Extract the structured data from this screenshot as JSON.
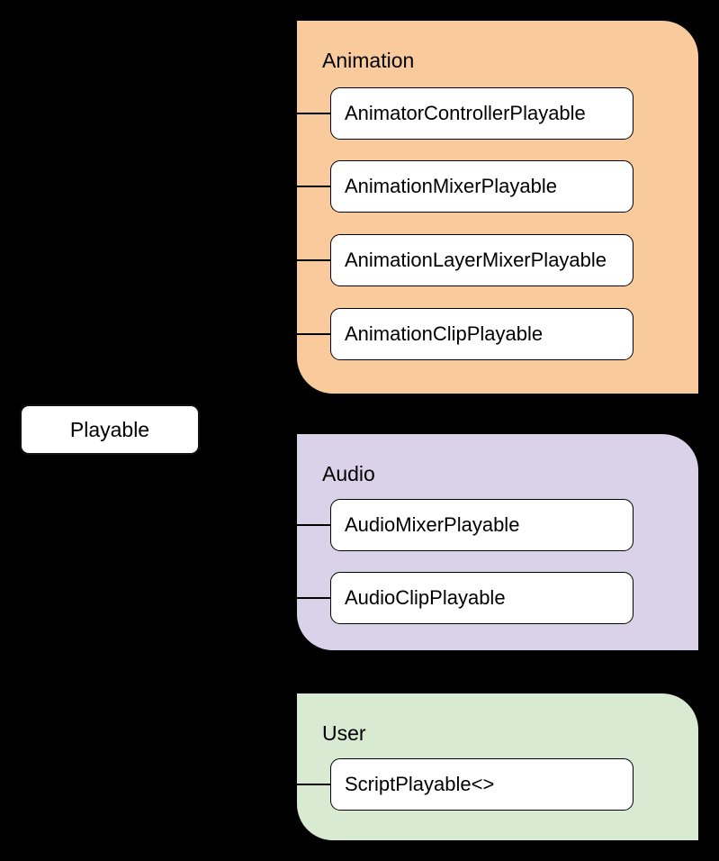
{
  "diagram": {
    "root": {
      "label": "Playable"
    },
    "groups": [
      {
        "label": "Animation",
        "color": "#F9CB9C",
        "items": [
          "AnimatorControllerPlayable",
          "AnimationMixerPlayable",
          "AnimationLayerMixerPlayable",
          "AnimationClipPlayable"
        ]
      },
      {
        "label": "Audio",
        "color": "#D9D2E9",
        "items": [
          "AudioMixerPlayable",
          "AudioClipPlayable"
        ]
      },
      {
        "label": "User",
        "color": "#D9EAD3",
        "items": [
          "ScriptPlayable<>"
        ]
      }
    ],
    "colors": {
      "background": "#000000",
      "box_fill": "#FFFFFF",
      "connector": "#000000"
    }
  }
}
